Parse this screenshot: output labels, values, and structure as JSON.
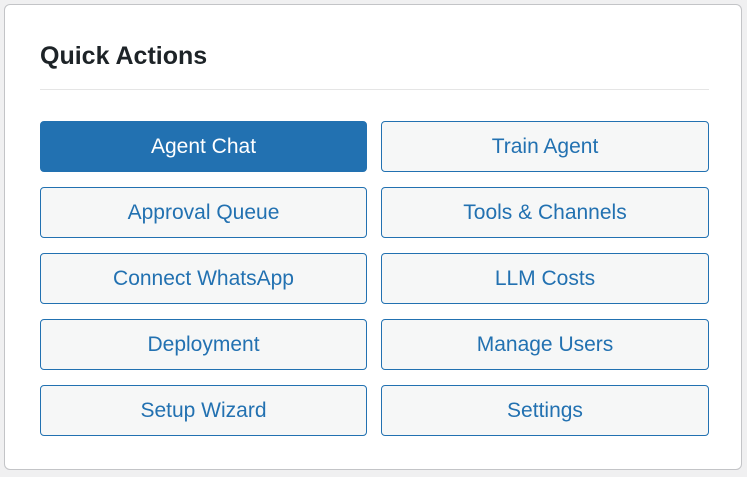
{
  "panel": {
    "title": "Quick Actions"
  },
  "actions": [
    {
      "label": "Agent Chat",
      "primary": true
    },
    {
      "label": "Train Agent",
      "primary": false
    },
    {
      "label": "Approval Queue",
      "primary": false
    },
    {
      "label": "Tools & Channels",
      "primary": false
    },
    {
      "label": "Connect WhatsApp",
      "primary": false
    },
    {
      "label": "LLM Costs",
      "primary": false
    },
    {
      "label": "Deployment",
      "primary": false
    },
    {
      "label": "Manage Users",
      "primary": false
    },
    {
      "label": "Setup Wizard",
      "primary": false
    },
    {
      "label": "Settings",
      "primary": false
    }
  ],
  "colors": {
    "accent": "#2271b1",
    "button_bg": "#f6f7f7",
    "title": "#1d2327"
  }
}
